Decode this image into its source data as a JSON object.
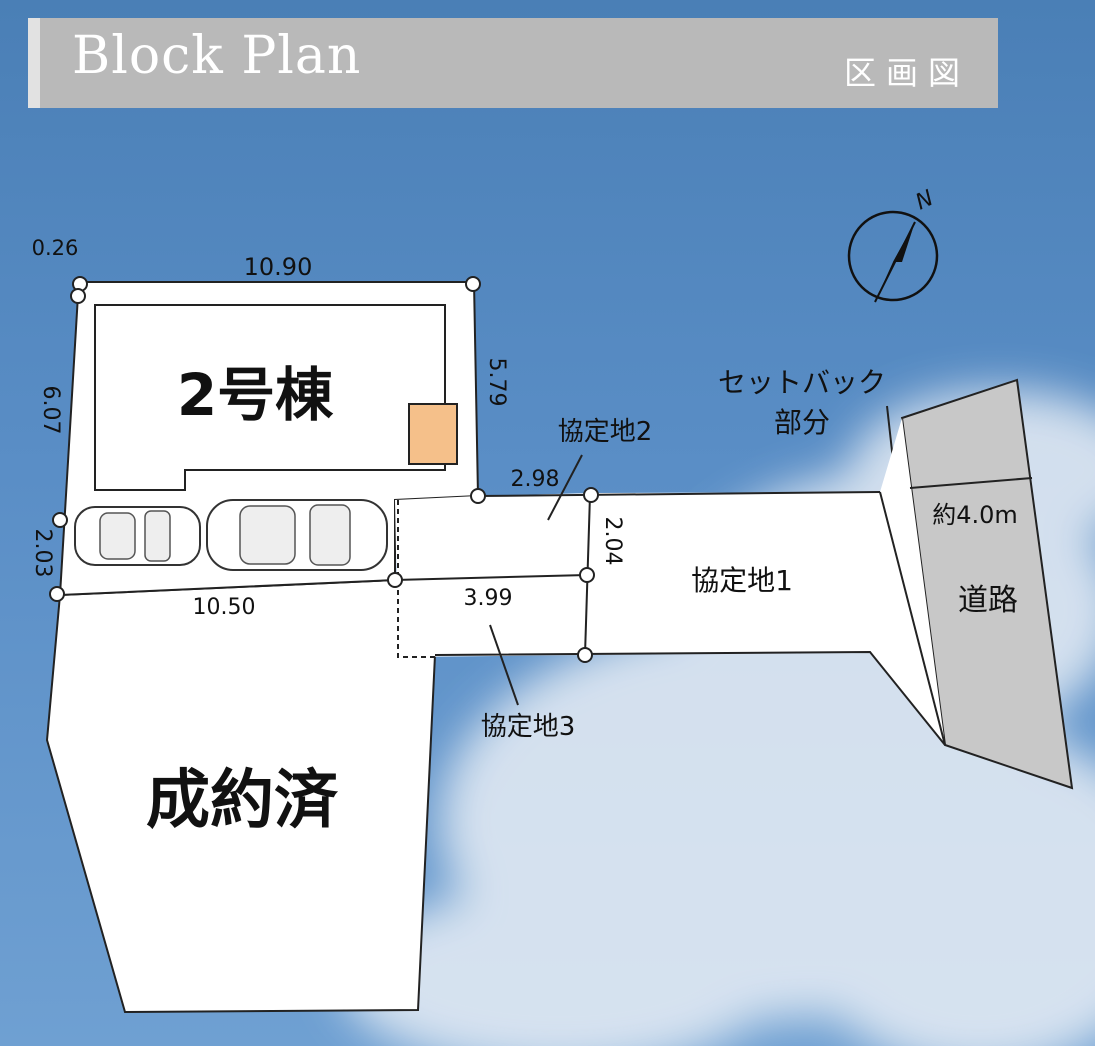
{
  "header": {
    "title": "Block Plan",
    "subtitle": "区画図"
  },
  "compass": {
    "label": "N"
  },
  "lots": {
    "building": "2号棟",
    "sold": "成約済"
  },
  "areas": {
    "agreement_1": "協定地1",
    "agreement_2": "協定地2",
    "agreement_3": "協定地3",
    "road": "道路",
    "setback_line1": "セットバック",
    "setback_line2": "部分",
    "road_width": "約4.0m"
  },
  "dimensions": {
    "d_0_26": "0.26",
    "d_10_90": "10.90",
    "d_6_07": "6.07",
    "d_5_79": "5.79",
    "d_2_98": "2.98",
    "d_2_04": "2.04",
    "d_2_03": "2.03",
    "d_10_50": "10.50",
    "d_3_99": "3.99"
  },
  "colors": {
    "sky": "#5a8ec6",
    "road": "#c8c8c8",
    "entrance": "#f5c08a",
    "header": "#b9b9b9"
  }
}
